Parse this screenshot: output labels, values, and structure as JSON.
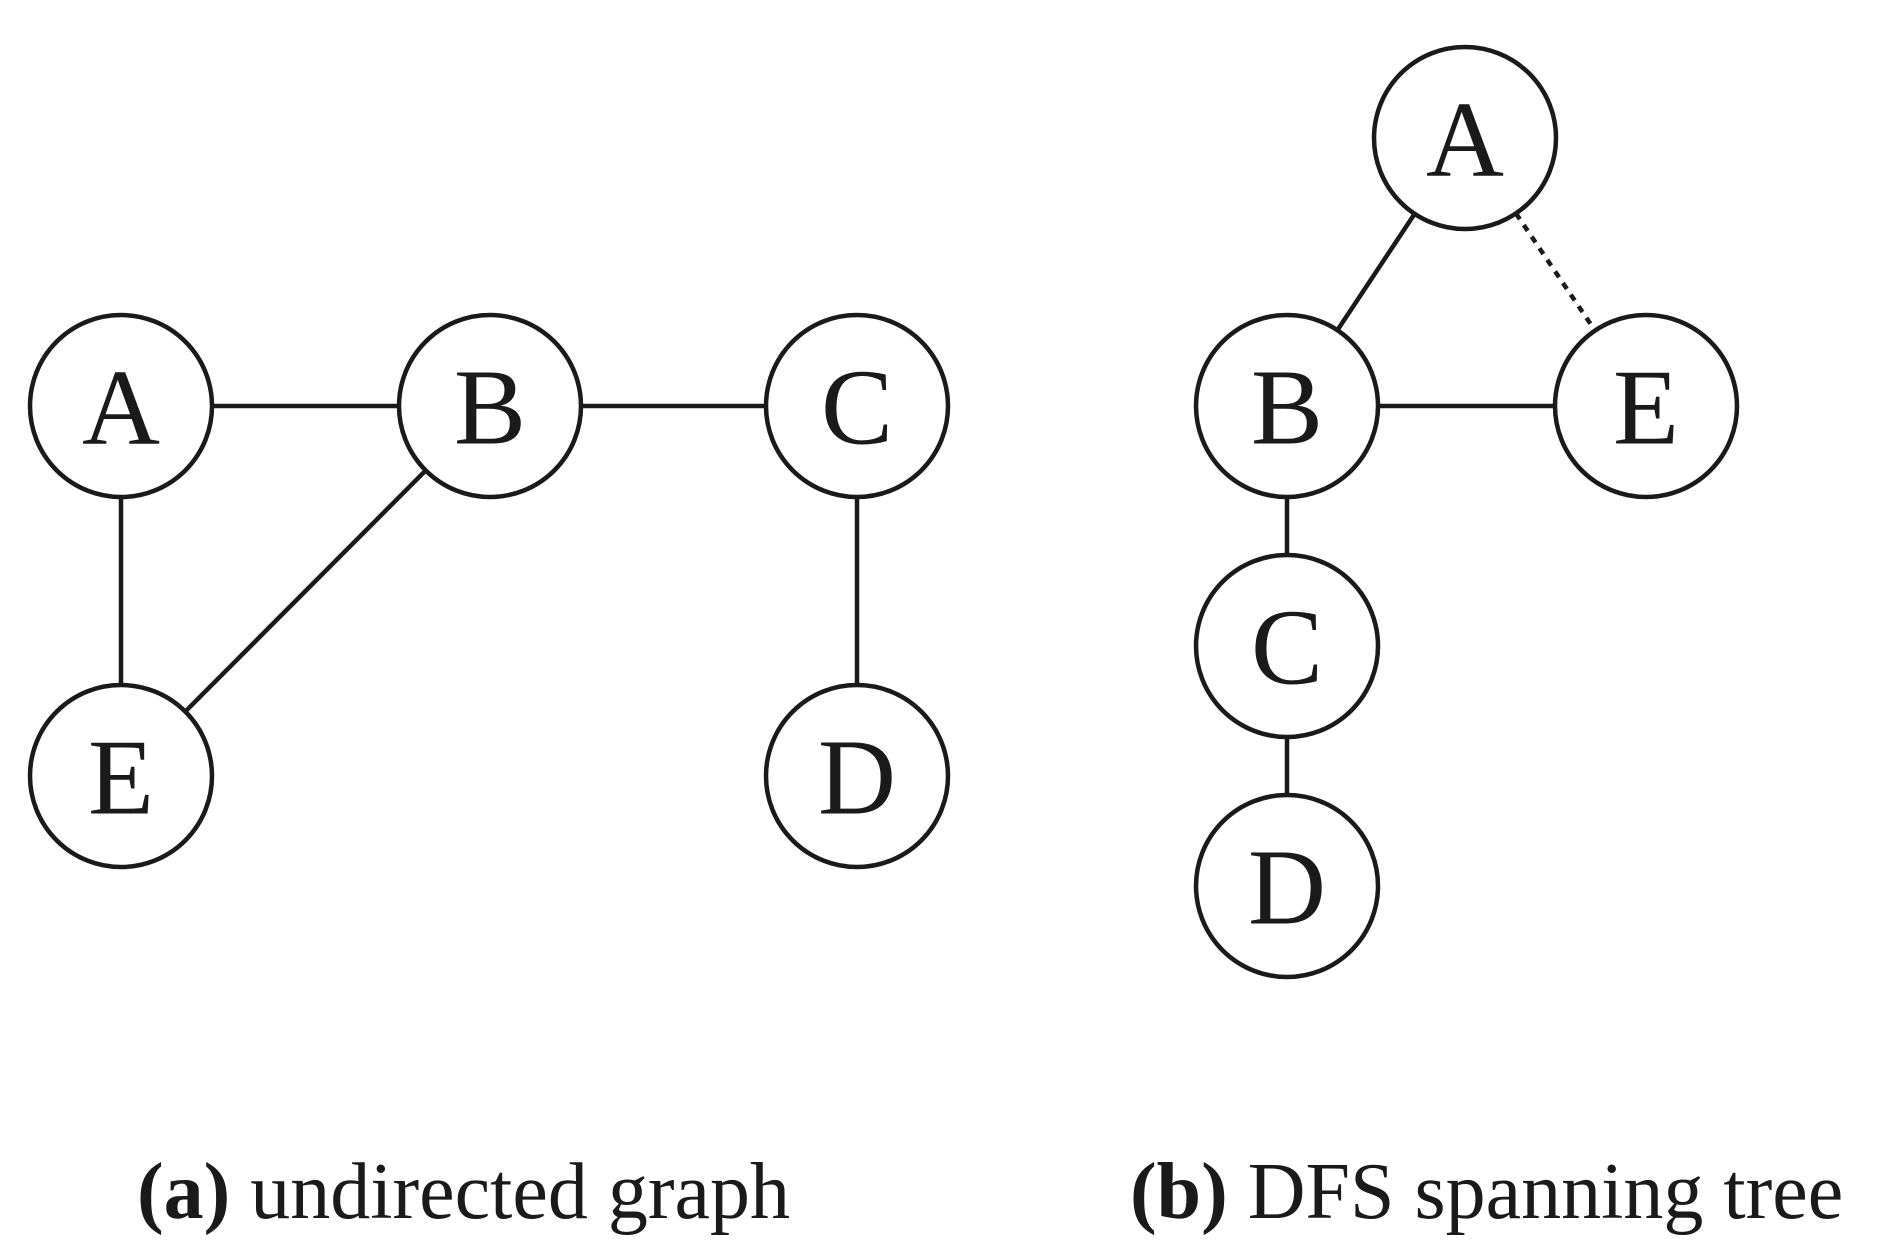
{
  "panels": [
    {
      "id": "a",
      "caption_tag": "(a)",
      "caption_text": " undirected graph",
      "nodes": [
        "A",
        "B",
        "C",
        "D",
        "E"
      ],
      "edges": [
        {
          "from": "A",
          "to": "B",
          "style": "solid"
        },
        {
          "from": "B",
          "to": "C",
          "style": "solid"
        },
        {
          "from": "A",
          "to": "E",
          "style": "solid"
        },
        {
          "from": "B",
          "to": "E",
          "style": "solid"
        },
        {
          "from": "C",
          "to": "D",
          "style": "solid"
        }
      ]
    },
    {
      "id": "b",
      "caption_tag": "(b)",
      "caption_text": " DFS spanning tree",
      "nodes": [
        "A",
        "B",
        "E",
        "C",
        "D"
      ],
      "edges": [
        {
          "from": "A",
          "to": "B",
          "style": "solid"
        },
        {
          "from": "A",
          "to": "E",
          "style": "dashed"
        },
        {
          "from": "B",
          "to": "E",
          "style": "solid"
        },
        {
          "from": "B",
          "to": "C",
          "style": "solid"
        },
        {
          "from": "C",
          "to": "D",
          "style": "solid"
        }
      ]
    }
  ],
  "colors": {
    "stroke": "#1a1a1a",
    "background": "#ffffff"
  }
}
